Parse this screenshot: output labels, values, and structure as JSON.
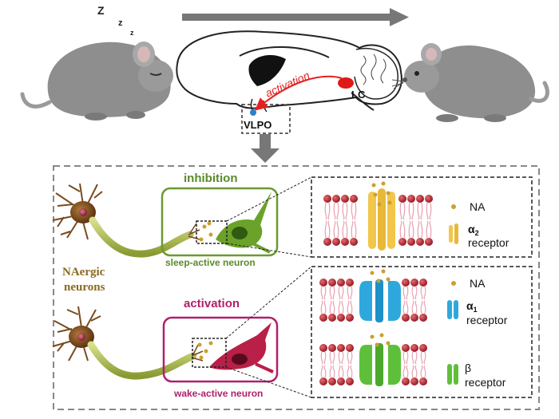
{
  "top": {
    "sleep_symbol": [
      "Z",
      "z",
      "z"
    ],
    "activation_label": "activation",
    "lc_label": "LC",
    "vlpo_label": "VLPO"
  },
  "panel": {
    "upper": {
      "title": "inhibition",
      "neuron_caption": "sleep-active neuron",
      "receptor_box": {
        "legend_na": "NA",
        "receptor_symbol": "α",
        "receptor_sub": "2",
        "receptor_word": "receptor"
      }
    },
    "lower": {
      "title": "activation",
      "neuron_caption": "wake-active neuron",
      "receptor_box_alpha": {
        "legend_na": "NA",
        "receptor_symbol": "α",
        "receptor_sub": "1",
        "receptor_word": "receptor"
      },
      "receptor_box_beta": {
        "receptor_symbol": "β",
        "receptor_word": "receptor"
      }
    },
    "naergic_label_line1": "NAergic",
    "naergic_label_line2": "neurons"
  },
  "colors": {
    "inhibition_green": "#5a8a2a",
    "activation_magenta": "#b0206a",
    "alpha2_yellow": "#f2c64a",
    "alpha1_blue": "#2ea8dc",
    "beta_green": "#5ec03a",
    "membrane_red": "#c8303c",
    "mouse_gray": "#8a8a8a",
    "arrow_gray": "#707070",
    "neuron_brown": "#7a4a1e"
  }
}
